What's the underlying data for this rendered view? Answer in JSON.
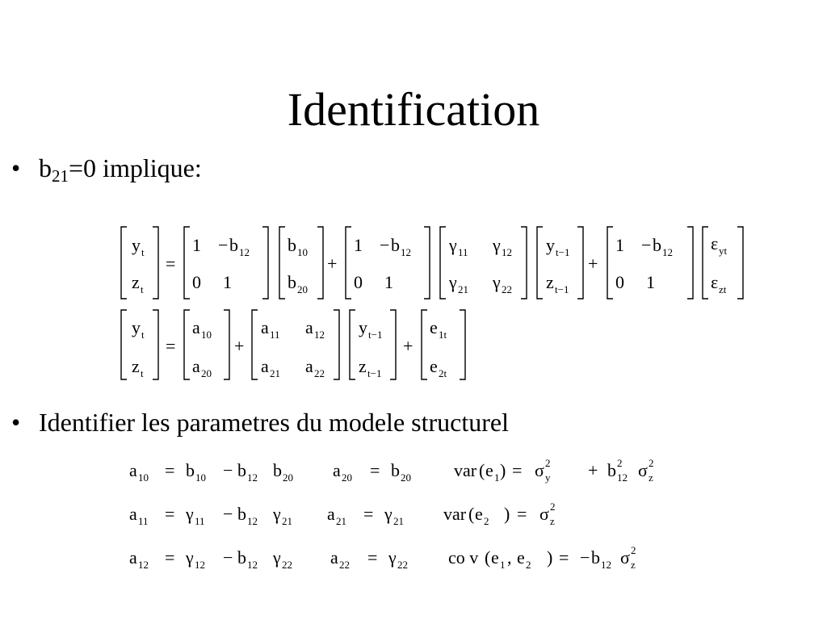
{
  "slide": {
    "title": "Identification",
    "bullet_symbol": "•",
    "bullet1": {
      "prefix": "b",
      "sub": "21",
      "suffix": "=0 implique:"
    },
    "bullet2": {
      "text": "Identifier les parametres du modele structurel"
    }
  },
  "symbols": {
    "y": "y",
    "z": "z",
    "t": "t",
    "tm1": "t−1",
    "one": "1",
    "zero": "0",
    "minus": "−",
    "b": "b",
    "a": "a",
    "e": "e",
    "gamma": "γ",
    "eps": "ε",
    "sigma": "σ",
    "eq": "=",
    "plus": "+",
    "comma": ",",
    "lp": "(",
    "rp": ")",
    "var": "var",
    "cov": "co v",
    "s10": "10",
    "s20": "20",
    "s11": "11",
    "s12": "12",
    "s21": "21",
    "s22": "22",
    "s1": "1",
    "s2": "2",
    "sq": "2",
    "s1t": "1t",
    "s2t": "2t",
    "syt": "yt",
    "szt": "zt",
    "sy": "y",
    "sz": "z"
  }
}
